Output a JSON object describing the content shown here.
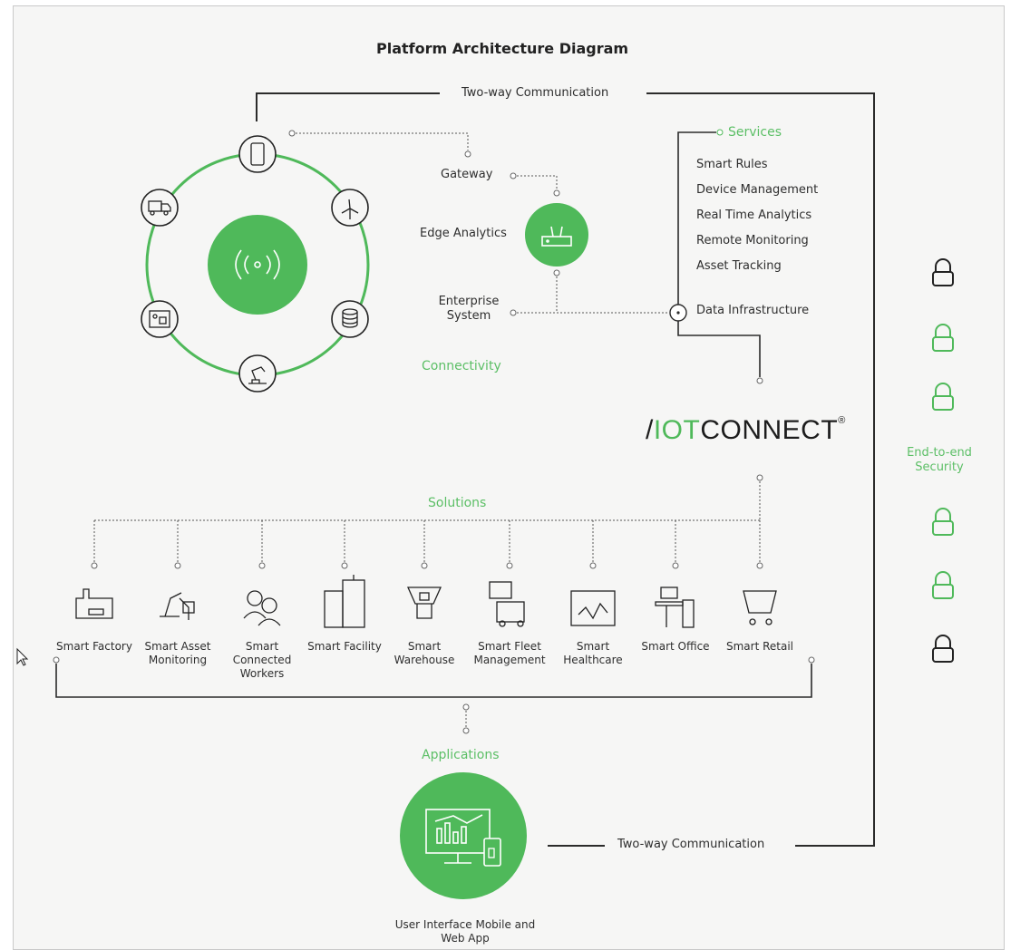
{
  "title": "Platform Architecture Diagram",
  "top_comm_label": "Two-way Communication",
  "bottom_comm_label": "Two-way Communication",
  "connectivity": {
    "label": "Connectivity",
    "gateway": "Gateway",
    "edge_analytics": "Edge Analytics",
    "enterprise_system": "Enterprise System"
  },
  "services": {
    "header": "Services",
    "items": [
      "Smart Rules",
      "Device Management",
      "Real Time Analytics",
      "Remote Monitoring",
      "Asset Tracking"
    ],
    "data_infrastructure": "Data Infrastructure"
  },
  "logo": {
    "prefix": "/",
    "io": "IOT",
    "rest": "CONNECT",
    "reg": "®"
  },
  "security": {
    "label": "End-to-end Security"
  },
  "solutions": {
    "label": "Solutions",
    "items": [
      "Smart Factory",
      "Smart Asset Monitoring",
      "Smart Connected Workers",
      "Smart Facility",
      "Smart Warehouse",
      "Smart Fleet Management",
      "Smart Healthcare",
      "Smart Office",
      "Smart Retail"
    ]
  },
  "applications": {
    "label": "Applications",
    "app_caption": "User Interface Mobile and Web App"
  },
  "colors": {
    "accent": "#4fb95a",
    "line": "#2b2b2b",
    "background": "#f6f6f5"
  }
}
